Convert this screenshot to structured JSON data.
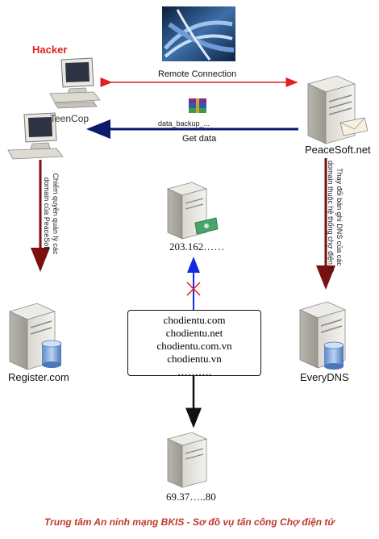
{
  "nodes": {
    "hacker_label": "Hacker",
    "teencop_label": "TeenCop",
    "peacesoft_label": "PeaceSoft.net",
    "register_label": "Register.com",
    "everydns_label": "EveryDNS",
    "fake_server_ip": "203.162……",
    "real_server_ip": "69.37…..80"
  },
  "edges": {
    "remote_connection": "Remote Connection",
    "get_data": "Get data",
    "file_name": "data_backup_..."
  },
  "side_notes": {
    "left": [
      "Chiếm quyền quản lý các",
      "domain của PeaceSoft"
    ],
    "right": [
      "Thay đổi bản ghi DNS của các",
      "domain thuộc hệ thống chợ điện tử"
    ]
  },
  "domains": [
    "chodientu.com",
    "chodientu.net",
    "chodientu.com.vn",
    "chodientu.vn",
    "………."
  ],
  "footer": {
    "caption": "Trung tâm An ninh mạng BKIS - Sơ đồ vụ tấn công Chợ điện tử"
  },
  "colors": {
    "accent_red": "#e02020",
    "dark_red": "#7a1010",
    "navy": "#0a1a6e",
    "blue": "#1428e0",
    "caption": "#c0392b"
  },
  "icons": {
    "top_image": "network-cables-image",
    "computer": "desktop-computer-icon",
    "server": "server-tower-icon",
    "database": "database-cylinder-icon",
    "archive": "rar-archive-icon",
    "blocked": "red-x-icon"
  }
}
